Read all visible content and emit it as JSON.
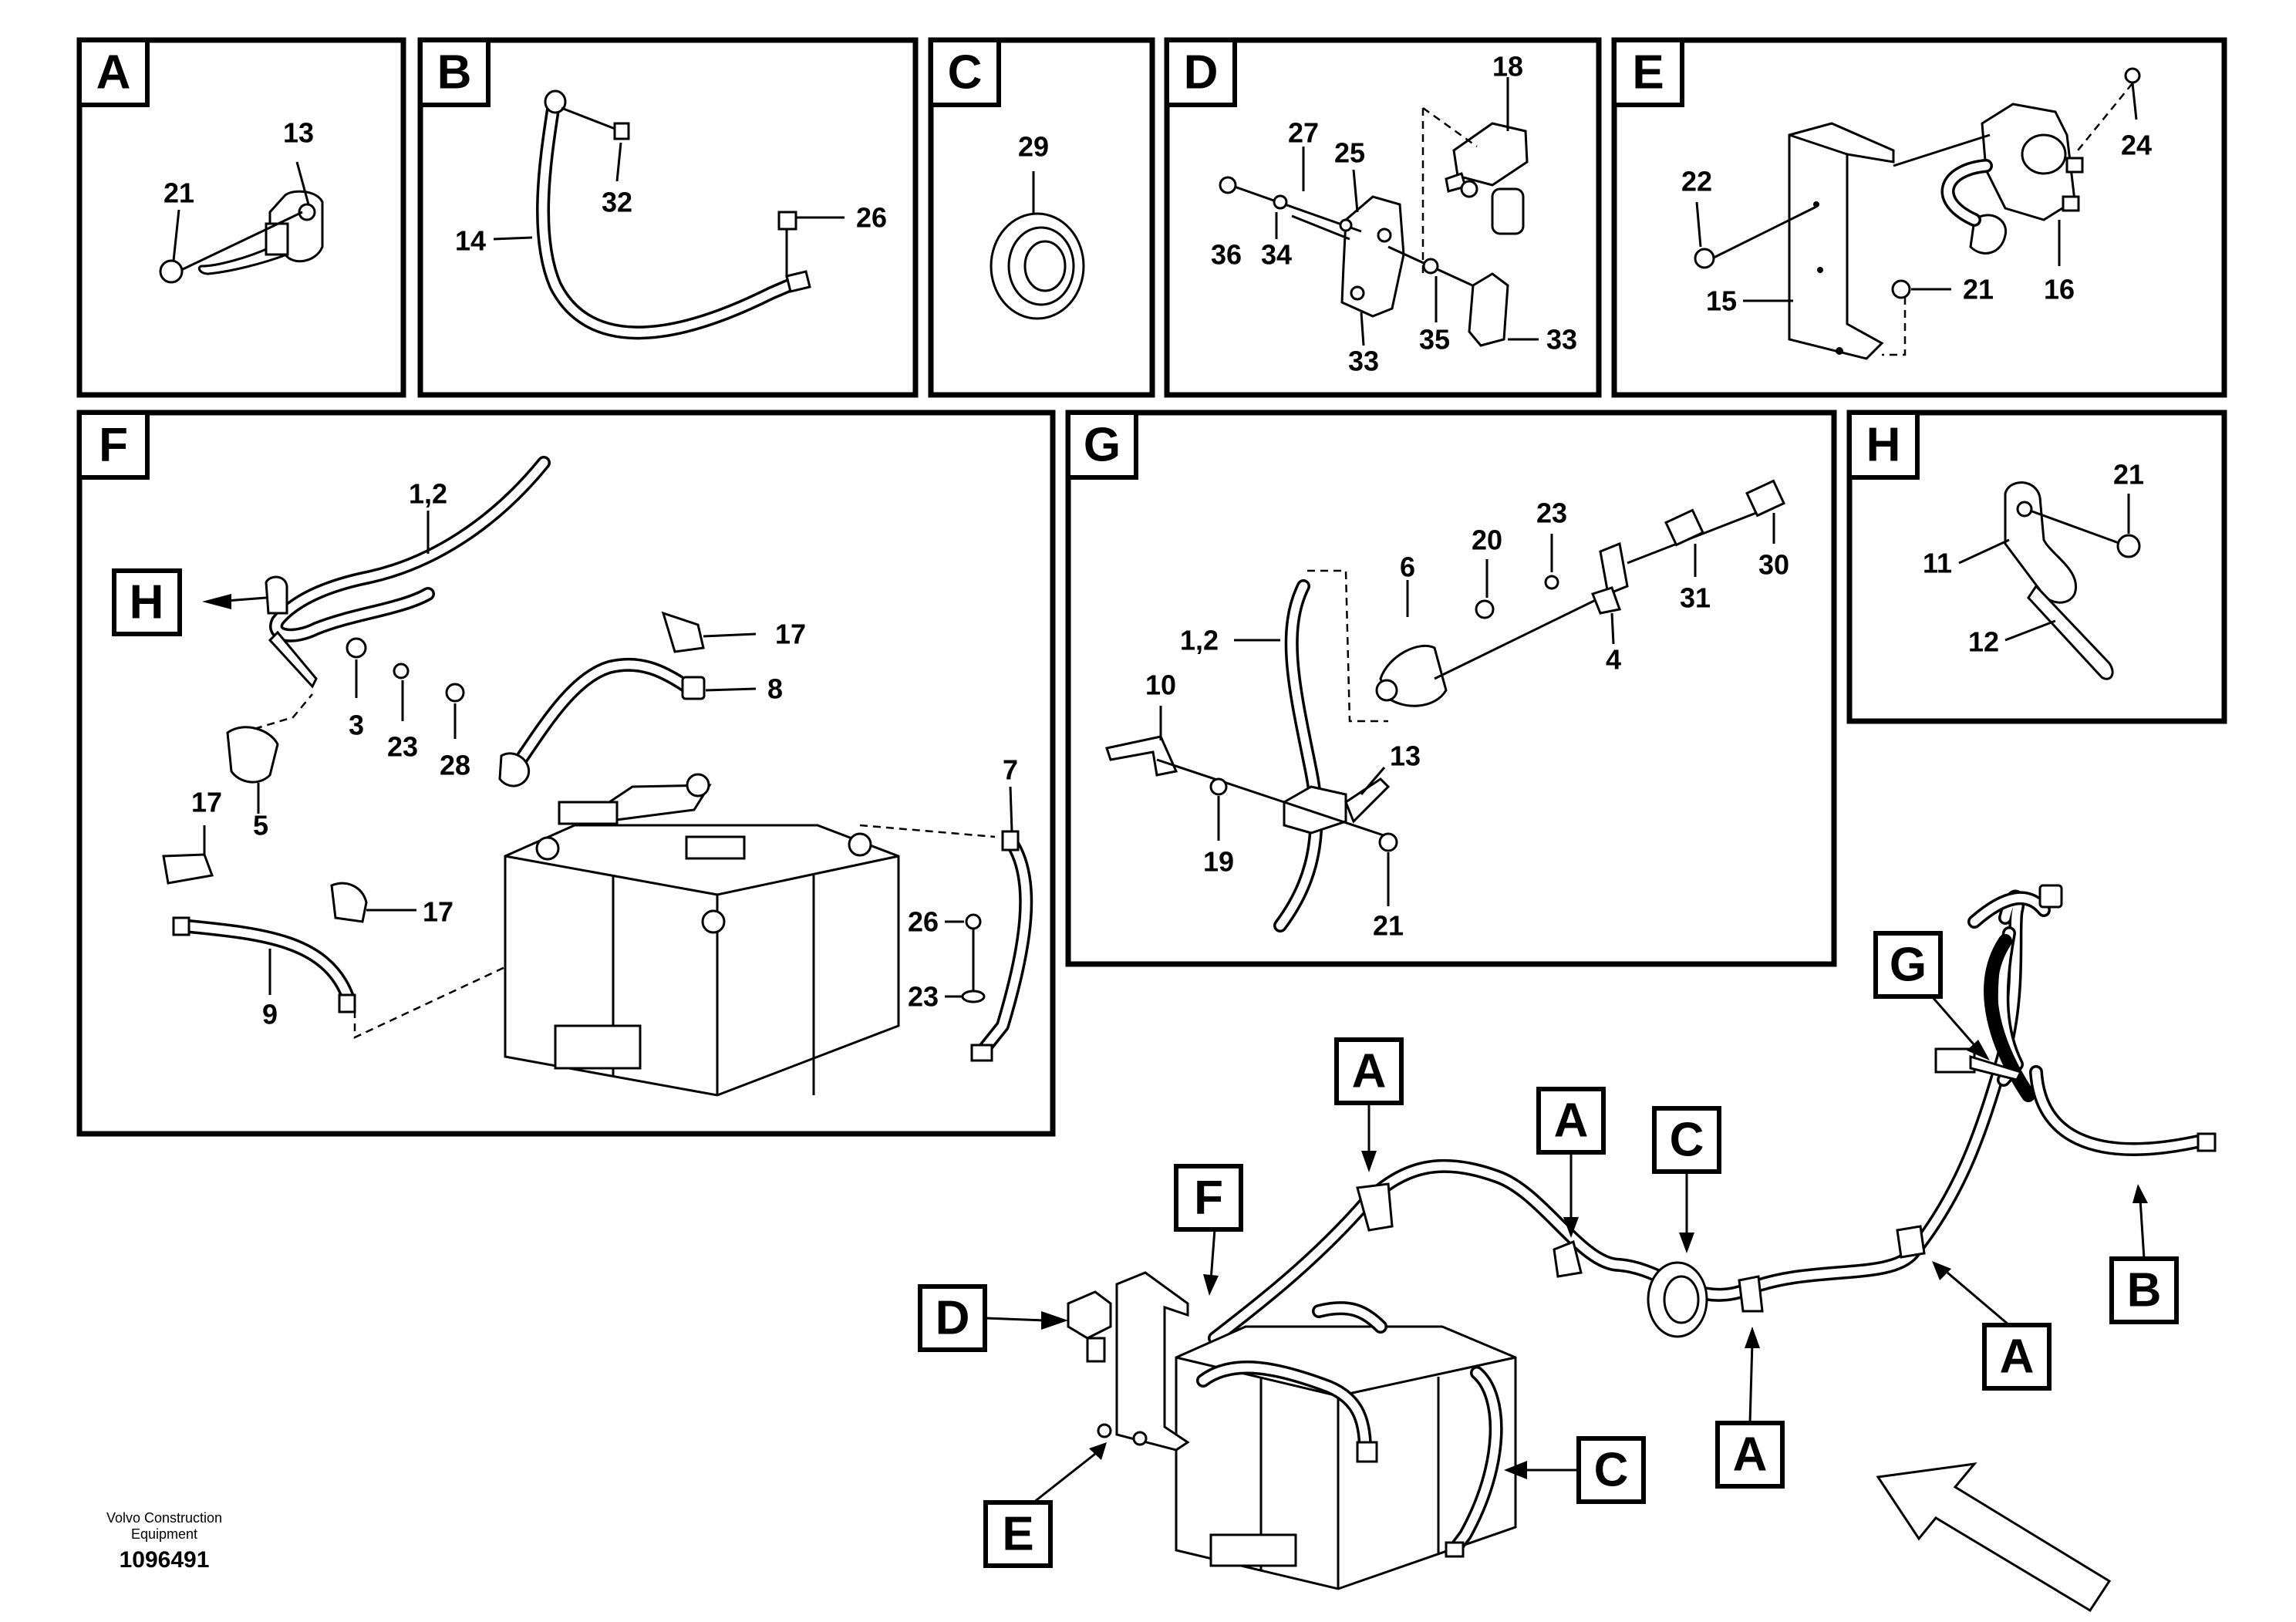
{
  "panels": {
    "A": {
      "label": "A",
      "parts": [
        "13",
        "21"
      ]
    },
    "B": {
      "label": "B",
      "parts": [
        "32",
        "14",
        "26"
      ]
    },
    "C": {
      "label": "C",
      "parts": [
        "29"
      ]
    },
    "D": {
      "label": "D",
      "parts": [
        "18",
        "27",
        "25",
        "36",
        "34",
        "33",
        "35",
        "33"
      ]
    },
    "E": {
      "label": "E",
      "parts": [
        "24",
        "22",
        "21",
        "16",
        "15"
      ]
    },
    "F": {
      "label": "F",
      "parts": [
        "1,2",
        "H",
        "17",
        "8",
        "3",
        "23",
        "28",
        "5",
        "17",
        "17",
        "7",
        "26",
        "23",
        "9"
      ]
    },
    "G": {
      "label": "G",
      "parts": [
        "23",
        "30",
        "20",
        "6",
        "31",
        "1,2",
        "4",
        "10",
        "13",
        "19",
        "21"
      ]
    },
    "H": {
      "label": "H",
      "parts": [
        "21",
        "11",
        "12"
      ]
    }
  },
  "overview_labels": [
    "A",
    "A",
    "C",
    "G",
    "F",
    "D",
    "B",
    "A",
    "A",
    "C",
    "E"
  ],
  "footer": {
    "company_line1": "Volvo Construction",
    "company_line2": "Equipment",
    "drawing_number": "1096491"
  }
}
